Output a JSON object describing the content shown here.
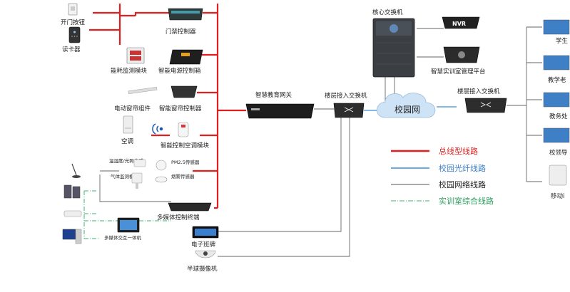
{
  "labels": {
    "door_button": "开门按钮",
    "card_reader": "读卡器",
    "access_controller": "门禁控制器",
    "energy_module": "能耗监测模块",
    "power_box": "智能电源控制箱",
    "curtain_component": "电动窗帘组件",
    "curtain_controller": "智能窗帘控制器",
    "air_conditioner": "空调",
    "ac_module": "智能控制空调模块",
    "temp_humidity": "温湿度/光照传感",
    "gas_monitor": "气体监测模块",
    "pm25": "PM2.5传感器",
    "smoke": "烟雾传感器",
    "media_terminal": "多媒体控制终端",
    "interactive_board": "多媒体交互一体机",
    "gateway": "智慧教育网关",
    "floor_switch_left": "楼层接入交换机",
    "core_switch": "核心交换机",
    "nvr": "NVR",
    "platform": "智慧实训室管理平台",
    "campus_net": "校园网",
    "floor_switch_right": "楼层接入交换机",
    "e_board": "电子班牌",
    "dome_camera": "半球摄像机",
    "student": "学生",
    "teacher": "教学老",
    "affairs": "教务处",
    "leader": "校领导",
    "mobile": "移动i"
  },
  "legend": [
    {
      "label": "总线型线路",
      "color": "#e02020",
      "style": "solid-thick",
      "text_color": "#e02020"
    },
    {
      "label": "校园光纤线路",
      "color": "#3a8fd8",
      "style": "solid",
      "text_color": "#3a7fc8"
    },
    {
      "label": "校园网络线路",
      "color": "#555555",
      "style": "solid-thin",
      "text_color": "#222222"
    },
    {
      "label": "实训室综合线路",
      "color": "#3cb371",
      "style": "dash-dot",
      "text_color": "#2e9e5e"
    }
  ],
  "colors": {
    "bus": "#e02020",
    "fiber": "#3a8fd8",
    "network": "#555555",
    "lab": "#3cb371"
  }
}
